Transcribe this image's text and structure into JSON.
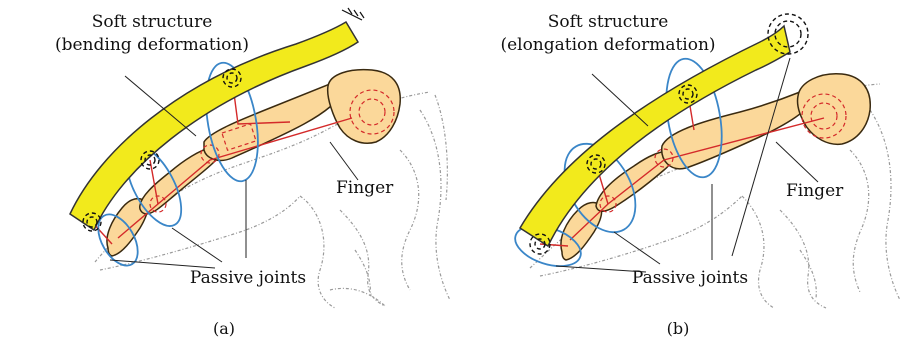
{
  "panel_a": {
    "structure_label_line1": "Soft structure",
    "structure_label_line2": "(bending deformation)",
    "finger_label": "Finger",
    "joints_label": "Passive joints",
    "caption": "(a)"
  },
  "panel_b": {
    "structure_label_line1": "Soft structure",
    "structure_label_line2": "(elongation deformation)",
    "finger_label": "Finger",
    "joints_label": "Passive joints",
    "caption": "(b)"
  },
  "colors": {
    "soft_structure": "#f2ea1c",
    "bone": "#fbd89a",
    "joint_outline": "#3a86c8",
    "kinematic_line": "#d42a2a"
  }
}
